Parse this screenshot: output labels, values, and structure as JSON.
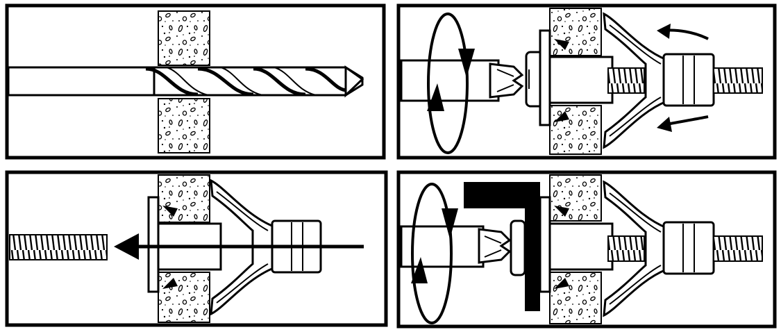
{
  "title": "",
  "colors": {
    "ink": "#000000",
    "paper": "#ffffff",
    "shank_fill": "#ffffff"
  },
  "panels": [
    {
      "step": "drill-hole",
      "icons": [
        "masonry-drill-bit-icon",
        "wall-section-icon"
      ]
    },
    {
      "step": "set-anchor-with-screwdriver",
      "icons": [
        "screwdriver-icon",
        "rotation-arrow-icon",
        "collapse-arrow-icon",
        "spreading-anchor-icon"
      ]
    },
    {
      "step": "remove-screw",
      "icons": [
        "screw-icon",
        "pull-arrow-icon",
        "spreading-anchor-icon"
      ]
    },
    {
      "step": "fasten-bracket",
      "icons": [
        "screwdriver-icon",
        "rotation-arrow-icon",
        "angle-bracket-icon",
        "spreading-anchor-icon"
      ]
    }
  ]
}
